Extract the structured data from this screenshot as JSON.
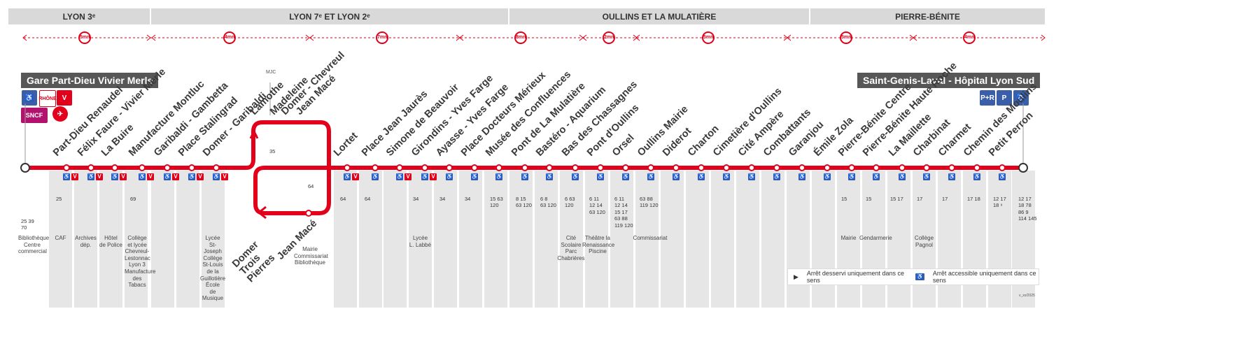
{
  "zones": [
    {
      "label": "LYON 3ᵉ"
    },
    {
      "label": "LYON 7ᵉ ET LYON 2ᵉ"
    },
    {
      "label": "OULLINS ET LA MULATIÈRE"
    },
    {
      "label": "PIERRE-BÉNITE"
    }
  ],
  "timers": [
    {
      "label": "5mn"
    },
    {
      "label": "4mn"
    },
    {
      "label": "7mn"
    },
    {
      "label": "8mn"
    },
    {
      "label": "2mn"
    },
    {
      "label": "5mn"
    },
    {
      "label": "5mn"
    },
    {
      "label": "4mn"
    }
  ],
  "terminus_left": "Gare Part-Dieu Vivier Merle",
  "terminus_right": "Saint-Genis-Laval - Hôpital Lyon Sud",
  "terminus_left_icons": [
    "wheelchair-icon",
    "rhonexpress-icon",
    "metro-v-icon",
    "sncf-icon",
    "airport-icon"
  ],
  "terminus_right_icons": [
    "park-ride-icon",
    "bike-park-icon",
    "wheelchair-icon"
  ],
  "loop_label_mjc": "MJC",
  "stations": [
    {
      "name": "Part-Dieu Renaudel"
    },
    {
      "name": "Félix Faure - Vivier Merle"
    },
    {
      "name": "La Buire"
    },
    {
      "name": "Manufacture Montluc"
    },
    {
      "name": "Garibaldi - Gambetta"
    },
    {
      "name": "Place Stalingrad"
    },
    {
      "name": "Domer - Garibaldi"
    },
    {
      "name": "Lamothe"
    },
    {
      "name": "Madeleine"
    },
    {
      "name": "Domer - Chevreul"
    },
    {
      "name": "Jean Macé"
    },
    {
      "name": "Lortet"
    },
    {
      "name": "Place Jean Jaurès"
    },
    {
      "name": "Simone de Beauvoir"
    },
    {
      "name": "Girondins - Yves Farge"
    },
    {
      "name": "Ayasse - Yves Farge"
    },
    {
      "name": "Place Docteurs Mérieux"
    },
    {
      "name": "Musée des Confluences"
    },
    {
      "name": "Pont de La Mulatière"
    },
    {
      "name": "Bastéro - Aquarium"
    },
    {
      "name": "Bas des Chassagnes"
    },
    {
      "name": "Pont d'Oullins"
    },
    {
      "name": "Orsel"
    },
    {
      "name": "Oullins Mairie"
    },
    {
      "name": "Diderot"
    },
    {
      "name": "Charton"
    },
    {
      "name": "Cimetière d'Oullins"
    },
    {
      "name": "Cité Ampère"
    },
    {
      "name": "Combattants"
    },
    {
      "name": "Garanjou"
    },
    {
      "name": "Émile Zola"
    },
    {
      "name": "Pierre-Bénite Centre"
    },
    {
      "name": "Pierre-Bénite Haute Roche"
    },
    {
      "name": "La Maillette"
    },
    {
      "name": "Charbinat"
    },
    {
      "name": "Charmet"
    },
    {
      "name": "Chemin des Moulins"
    },
    {
      "name": "Petit Perron"
    }
  ],
  "loop_lower": [
    {
      "name": "Domer Trois Pierres"
    },
    {
      "name": "Jean Macé"
    }
  ],
  "bus_lines": [
    {
      "text": "25 39\n70"
    },
    {
      "text": "25"
    },
    {
      "text": "69"
    },
    {
      "text": "35"
    },
    {
      "text": "64"
    },
    {
      "text": "64"
    },
    {
      "text": "64"
    },
    {
      "text": "34"
    },
    {
      "text": "34"
    },
    {
      "text": "34"
    },
    {
      "text": "15 63\n120"
    },
    {
      "text": "8 15\n63 120"
    },
    {
      "text": "6 8\n63 120"
    },
    {
      "text": "6 63\n120"
    },
    {
      "text": "6 11\n12 14\n63 120"
    },
    {
      "text": "6 11\n12 14\n15 17\n63 88\n119 120"
    },
    {
      "text": "63 88\n119 120"
    },
    {
      "text": "15"
    },
    {
      "text": "15"
    },
    {
      "text": "15 17"
    },
    {
      "text": "17"
    },
    {
      "text": "17"
    },
    {
      "text": "17 18"
    },
    {
      "text": "12 17\n18 ⁹"
    },
    {
      "text": "12 17\n18 78\n86 9\n114 145"
    }
  ],
  "landmarks": [
    {
      "text": "Bibliothèque\nCentre\ncommercial"
    },
    {
      "text": "CAF"
    },
    {
      "text": "Archives\ndép."
    },
    {
      "text": "Hôtel\nde Police"
    },
    {
      "text": "Collège\net lycée\nChevreul-\nLestonnac\nLyon 3\nManufacture\ndes Tabacs"
    },
    {
      "text": "Lycée\nSt-Joseph\nCollège\nSt-Louis de la\nGuillotière\nÉcole\nde Musique"
    },
    {
      "text": "Mairie\nCommissariat\nBibliothèque"
    },
    {
      "text": "Lycée\nL. Labbé"
    },
    {
      "text": "Cité Scolaire\nParc\nChabrières"
    },
    {
      "text": "Théâtre la\nRenaissance\nPiscine"
    },
    {
      "text": "Commissariat"
    },
    {
      "text": "Mairie"
    },
    {
      "text": "Gendarmerie"
    },
    {
      "text": "Collège\nPagnol"
    }
  ],
  "legend": {
    "one_way": "Arrêt desservi uniquement dans ce sens",
    "accessible_one_way": "Arrêt accessible uniquement dans ce sens"
  },
  "footnote": "v_xx/2025",
  "colors": {
    "line": "#e2001a",
    "accessibility": "#3a5fa8",
    "zone_bg": "#d9d9d9"
  }
}
